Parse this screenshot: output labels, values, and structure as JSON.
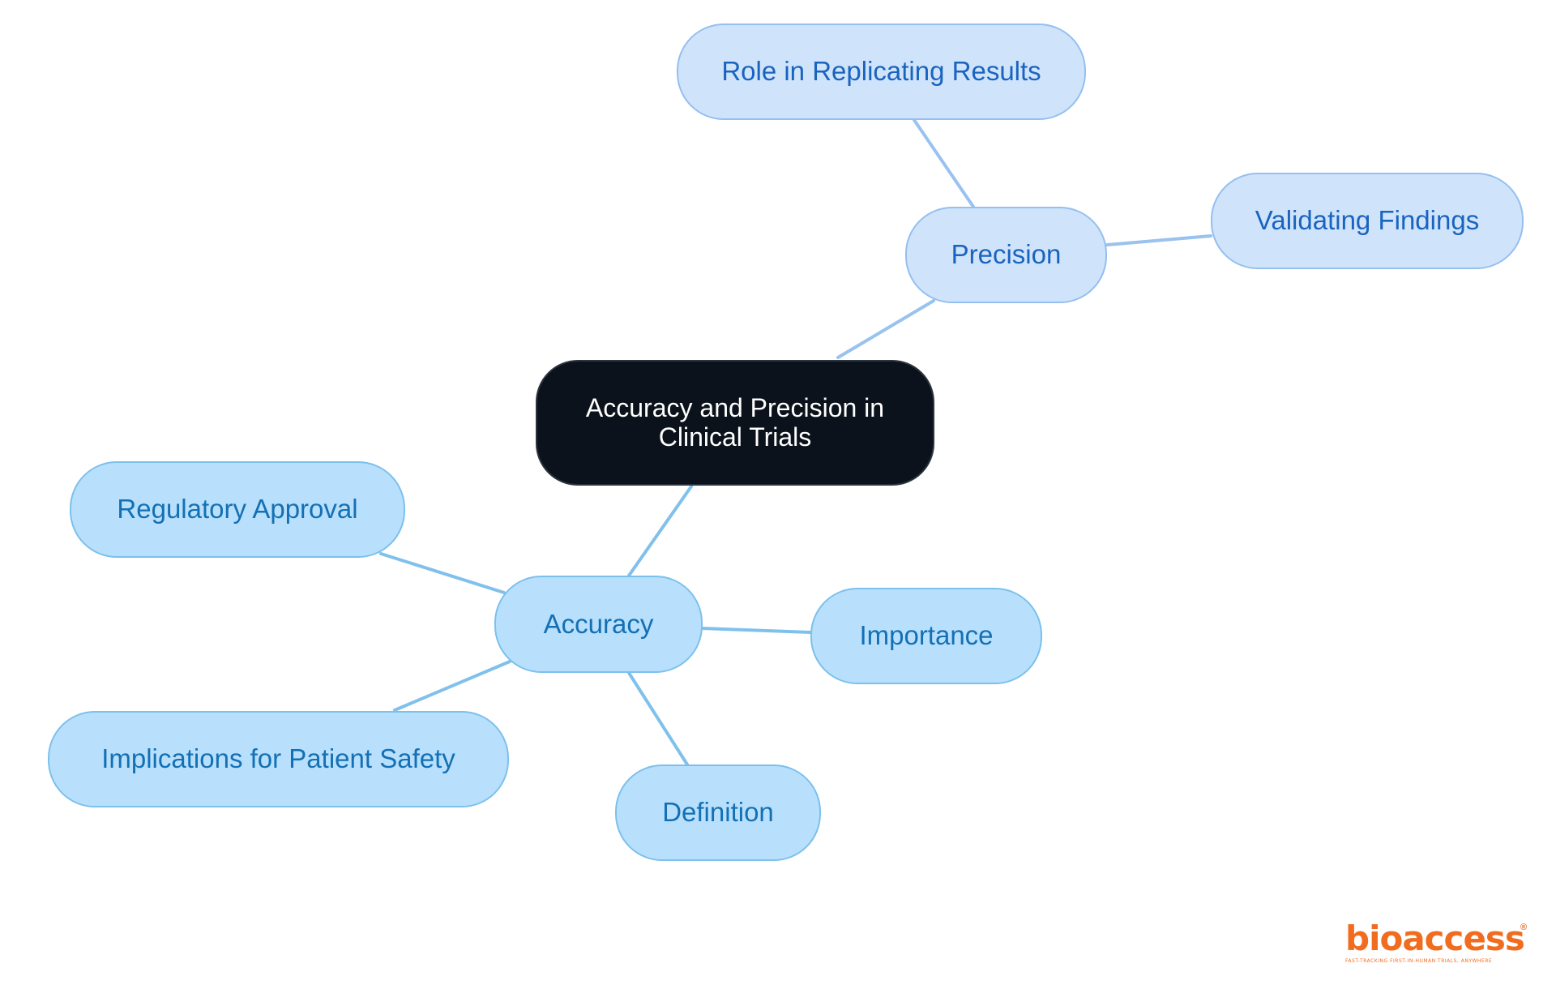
{
  "colors": {
    "root_fill": "#0b121b",
    "root_border": "#2a3340",
    "root_text": "#ffffff",
    "accuracy_fill": "#b8e0fd",
    "accuracy_border": "#7cc0ec",
    "accuracy_text": "#1470b4",
    "precision_fill": "#cfe4fb",
    "precision_border": "#94bfee",
    "precision_text": "#1a63bf",
    "accuracy_edge": "#80c1ec",
    "precision_edge": "#99c2ef",
    "logo": "#f26c1f"
  },
  "diagram": {
    "root": {
      "id": "root",
      "label": "Accuracy and Precision in Clinical Trials"
    },
    "branches": [
      {
        "id": "accuracy",
        "label": "Accuracy",
        "theme": "accuracy",
        "children": [
          {
            "id": "regulatory",
            "label": "Regulatory Approval"
          },
          {
            "id": "importance",
            "label": "Importance"
          },
          {
            "id": "safety",
            "label": "Implications for Patient Safety"
          },
          {
            "id": "definition",
            "label": "Definition"
          }
        ]
      },
      {
        "id": "precision",
        "label": "Precision",
        "theme": "precision",
        "children": [
          {
            "id": "replicating",
            "label": "Role in Replicating Results"
          },
          {
            "id": "validating",
            "label": "Validating Findings"
          }
        ]
      }
    ]
  },
  "logo": {
    "name": "bioaccess",
    "registered_mark": "®",
    "tagline": "FAST-TRACKING FIRST-IN-HUMAN TRIALS, ANYWHERE"
  }
}
